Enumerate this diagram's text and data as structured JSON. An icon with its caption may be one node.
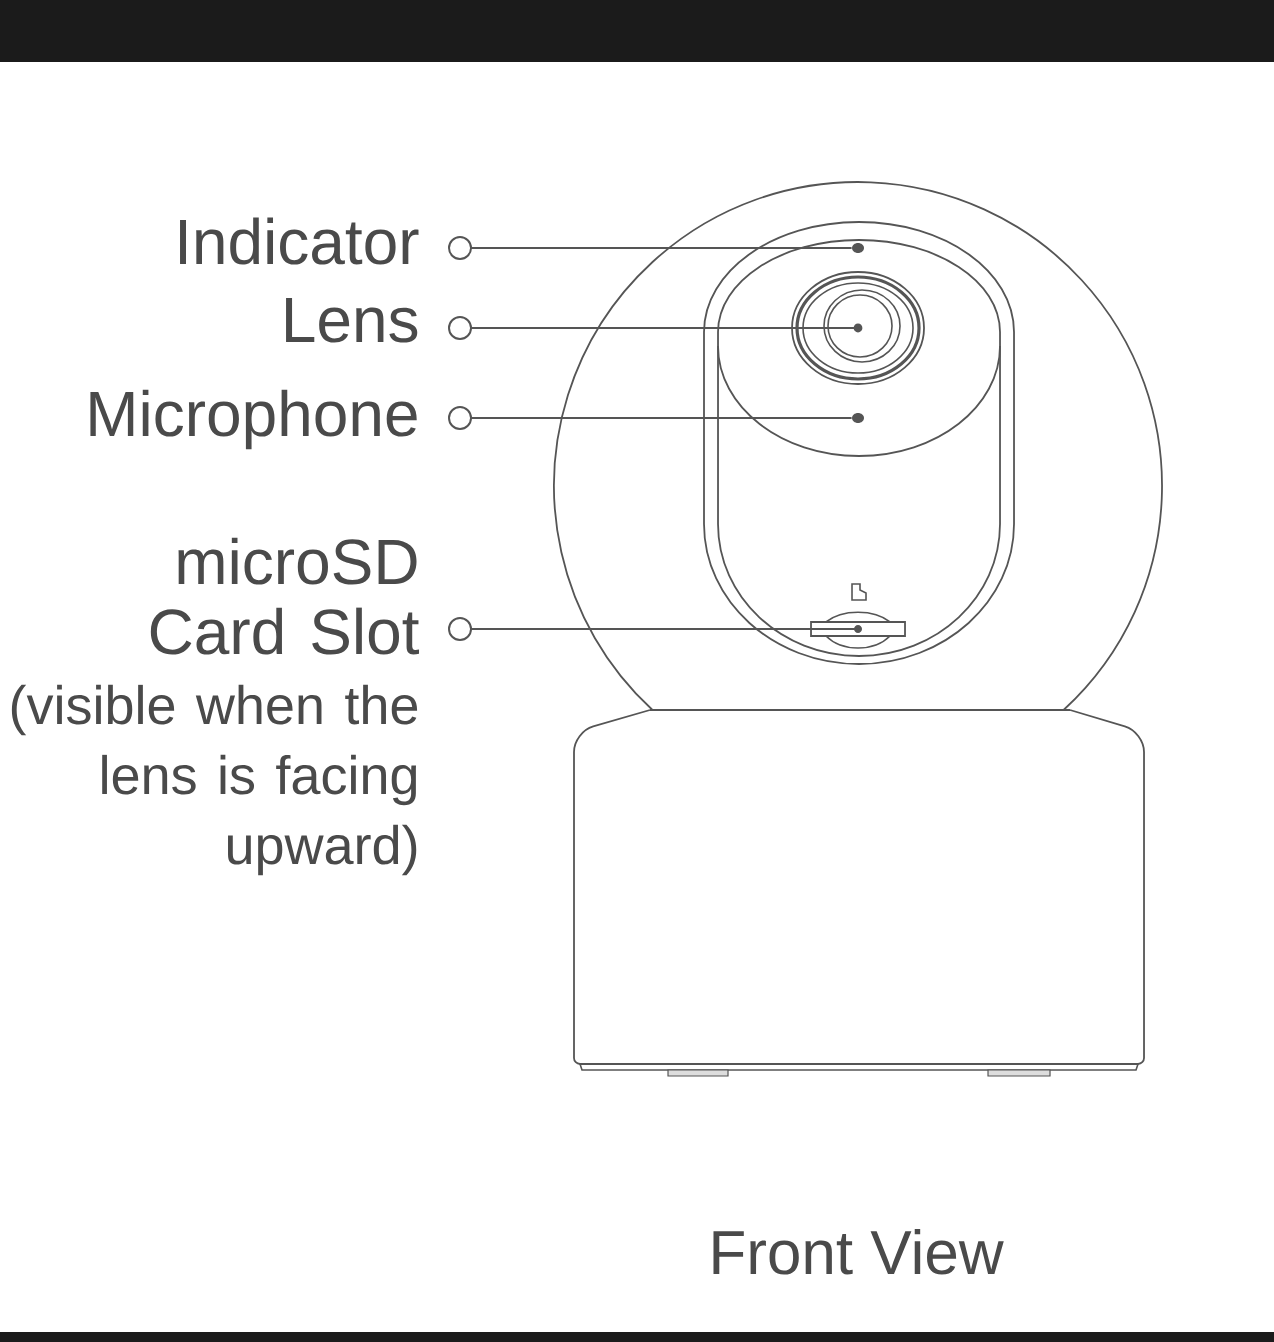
{
  "diagram": {
    "caption": "Front View",
    "nodes": [
      {
        "text": [
          "Indicator"
        ]
      },
      {
        "text": [
          "Lens"
        ]
      },
      {
        "text": [
          "Microphone"
        ]
      },
      {
        "text": [
          "microSD Card Slot",
          "(visible when the lens is facing upward)"
        ]
      },
      {
        "text": [],
        "shape": "circle"
      },
      {
        "text": [],
        "shape": "circle"
      },
      {
        "text": [],
        "shape": "circle"
      },
      {
        "text": [],
        "shape": "box"
      }
    ],
    "edges": [
      {
        "from": 0,
        "to": 4,
        "arrow": "other"
      },
      {
        "from": 1,
        "to": 5,
        "arrow": "other"
      },
      {
        "from": 2,
        "to": 6,
        "arrow": "other"
      },
      {
        "from": 3,
        "to": 7,
        "arrow": "other"
      }
    ]
  }
}
